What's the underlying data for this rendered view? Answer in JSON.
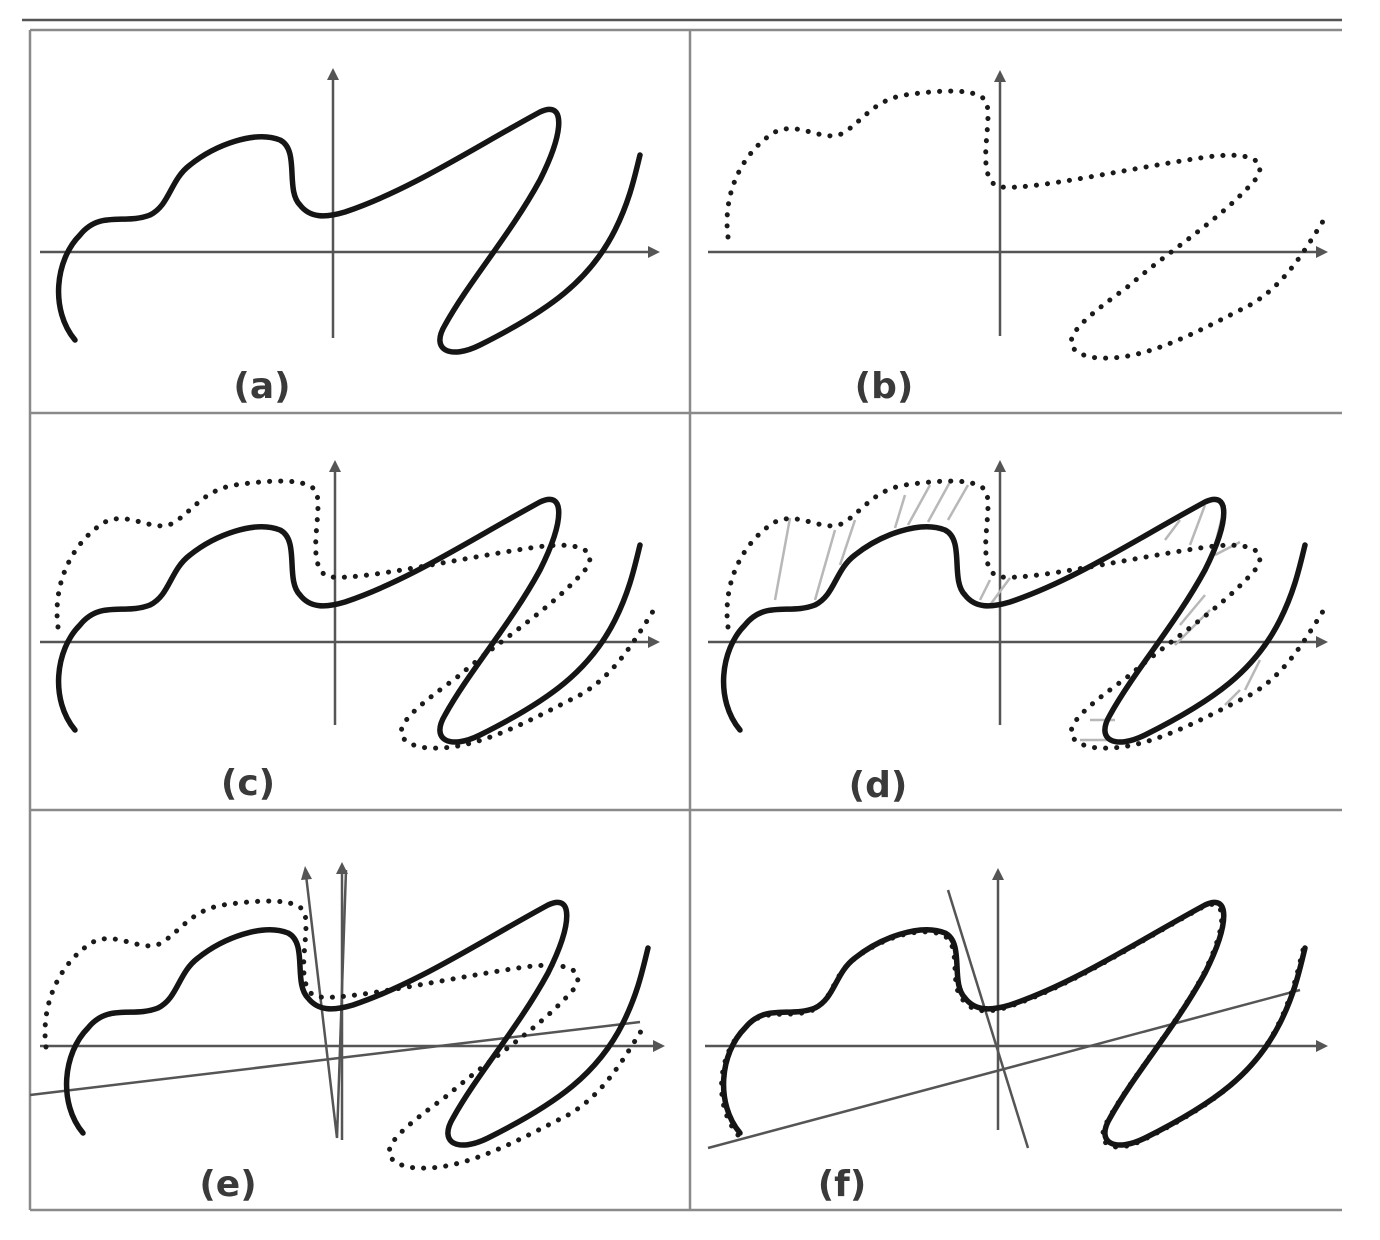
{
  "panels": [
    {
      "id": "a",
      "label": "(a)"
    },
    {
      "id": "b",
      "label": "(b)"
    },
    {
      "id": "c",
      "label": "(c)"
    },
    {
      "id": "d",
      "label": "(d)"
    },
    {
      "id": "e",
      "label": "(e)"
    },
    {
      "id": "f",
      "label": "(f)"
    }
  ]
}
